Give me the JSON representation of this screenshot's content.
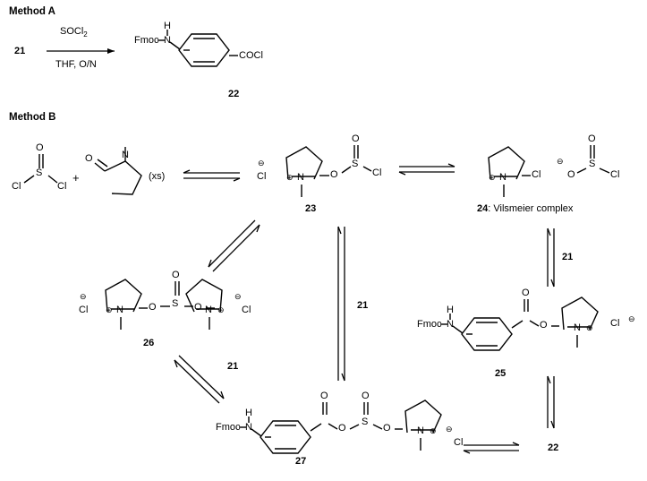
{
  "figure": {
    "kind": "chemical-reaction-scheme",
    "title_a": "Method A",
    "title_b": "Method B"
  },
  "method_a": {
    "heading": "Method A",
    "reactant_label": "21",
    "reagent_top": "SOCl2",
    "reagent_top_formula": {
      "main": "SOCl",
      "sub": "2"
    },
    "reagent_bottom": "THF, O/N",
    "arrow": "forward-arrow",
    "product": {
      "number": "22",
      "left_group": "Fmoc",
      "nh_n": "N",
      "nh_h": "H",
      "right_group": "COCl",
      "ring": "benzene"
    }
  },
  "method_b": {
    "heading": "Method B",
    "reactants": {
      "thionyl_chloride": {
        "s": "S",
        "o": "O",
        "cl_left": "Cl",
        "cl_right": "Cl"
      },
      "plus": "+",
      "nmp": {
        "o": "O",
        "n": "N"
      },
      "excess": "(xs)"
    },
    "species": [
      {
        "id": "23",
        "number": "23",
        "caption": "23",
        "counterion": {
          "text": "Cl",
          "charge": "⊖"
        },
        "atoms": {
          "n": "N",
          "o_link": "O",
          "s": "S",
          "o_double": "O",
          "cl": "Cl"
        },
        "n_charge": "⊕"
      },
      {
        "id": "24",
        "number": "24",
        "caption": "24: Vilsmeier complex",
        "caption_number": "24",
        "caption_text": ": Vilsmeier complex",
        "atoms": {
          "n": "N",
          "cl_ring": "Cl",
          "s": "S",
          "o_double": "O",
          "o_minus": "O",
          "cl": "Cl"
        },
        "n_charge": "⊕",
        "o_charge": "⊖"
      },
      {
        "id": "26",
        "number": "26",
        "caption": "26",
        "counterion_left": {
          "text": "Cl",
          "charge": "⊖"
        },
        "counterion_right": {
          "text": "Cl",
          "charge": "⊖"
        },
        "atoms": {
          "n_left": "N",
          "n_right": "N",
          "o_left": "O",
          "o_right": "O",
          "s": "S",
          "o_double": "O"
        },
        "n_charge_left": "⊕",
        "n_charge_right": "⊕"
      },
      {
        "id": "25",
        "number": "25",
        "caption": "25",
        "counterion": {
          "text": "Cl",
          "charge": "⊖"
        },
        "left_group": "Fmoc",
        "nh_n": "N",
        "nh_h": "H",
        "atoms": {
          "o_double": "O",
          "o_link": "O",
          "n": "N"
        },
        "n_charge": "⊕"
      },
      {
        "id": "27",
        "number": "27",
        "caption": "27",
        "counterion": {
          "text": "Cl",
          "charge": "⊖"
        },
        "left_group": "Fmoc",
        "nh_n": "N",
        "nh_h": "H",
        "atoms": {
          "o_double_c": "O",
          "o_link1": "O",
          "s": "S",
          "o_double_s": "O",
          "o_link2": "O",
          "n": "N"
        },
        "n_charge": "⊕"
      }
    ],
    "arrow_labels": {
      "a1": "21",
      "a2": "21",
      "a3": "21",
      "a4": "21"
    },
    "final_product": "22"
  }
}
